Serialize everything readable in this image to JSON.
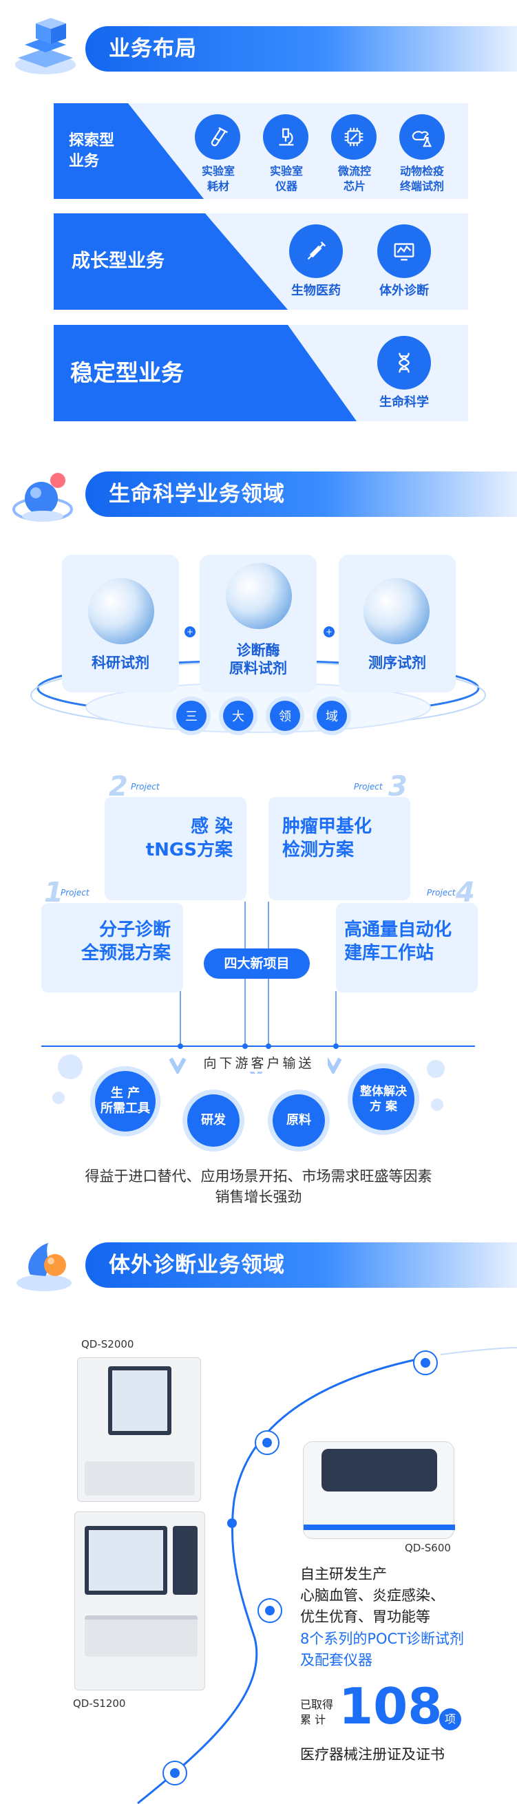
{
  "sec1": {
    "title": "业务布局"
  },
  "explore": {
    "title": "探索型\n业务",
    "items": [
      {
        "label": "实验室\n耗材",
        "icon": "test-tube-icon"
      },
      {
        "label": "实验室\n仪器",
        "icon": "microscope-icon"
      },
      {
        "label": "微流控\n芯片",
        "icon": "chip-icon"
      },
      {
        "label": "动物检疫\n终端试剂",
        "icon": "animal-flask-icon"
      }
    ]
  },
  "growth": {
    "title": "成长型业务",
    "items": [
      {
        "label": "生物医药",
        "icon": "syringe-icon"
      },
      {
        "label": "体外诊断",
        "icon": "monitor-icon"
      }
    ]
  },
  "stable": {
    "title": "稳定型业务",
    "items": [
      {
        "label": "生命科学",
        "icon": "dna-icon"
      }
    ]
  },
  "sec2": {
    "title": "生命科学业务领域"
  },
  "fields": [
    "科研试剂",
    "诊断酶\n原料试剂",
    "测序试剂"
  ],
  "three": [
    "三",
    "大",
    "领",
    "域"
  ],
  "projects": [
    {
      "tag": "Project",
      "num": "2",
      "text": "感 染\ntNGS方案"
    },
    {
      "tag": "Project",
      "num": "3",
      "text": "肿瘤甲基化\n检测方案"
    },
    {
      "tag": "Project",
      "num": "1",
      "text": "分子诊断\n全预混方案"
    },
    {
      "tag": "Project",
      "num": "4",
      "text": "高通量自动化\n建库工作站"
    }
  ],
  "center_badge": "四大新项目",
  "downstream": "向下游客户输送",
  "bubbles": [
    "生 产\n所需工具",
    "研发",
    "原料",
    "整体解决\n方 案"
  ],
  "summary": "得益于进口替代、应用场景开拓、市场需求旺盛等因素\n销售增长强劲",
  "sec3": {
    "title": "体外诊断业务领域"
  },
  "models": [
    "QD-S2000",
    "QD-S1200",
    "QD-S600"
  ],
  "desc": {
    "line1": "自主研发生产",
    "line2": "心脑血管、炎症感染、",
    "line3": "优生优育、胃功能等",
    "highlight": "8个系列的POCT诊断试剂\n及配套仪器",
    "got": "已取得\n累    计",
    "count": "108",
    "unit": "项",
    "cert": "医疗器械注册证及证书"
  },
  "colors": {
    "primary": "#1b6ef5",
    "light": "#eaf3ff"
  }
}
